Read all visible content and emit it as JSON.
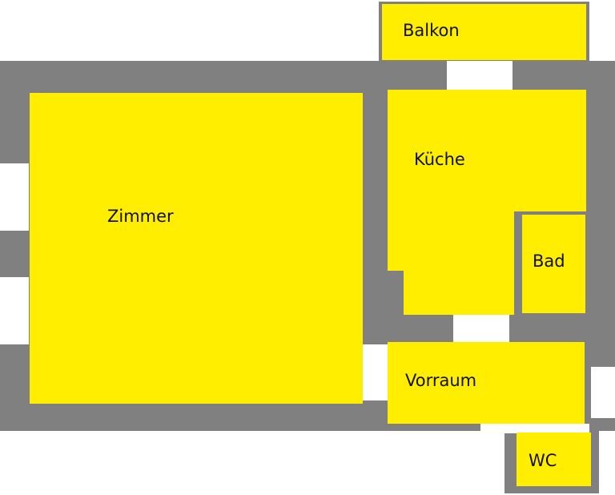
{
  "colors": {
    "wall": "#808080",
    "room_fill": "#ffee00",
    "opening": "#ffffff",
    "label": "#111111"
  },
  "rooms": {
    "balkon": "Balkon",
    "zimmer": "Zimmer",
    "kueche": "Küche",
    "bad": "Bad",
    "vorraum": "Vorraum",
    "wc": "WC"
  }
}
